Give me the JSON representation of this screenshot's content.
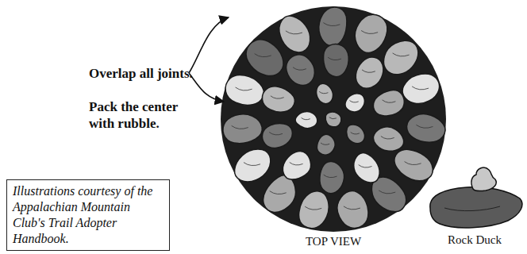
{
  "diagram": {
    "nodes": [
      {
        "text": [
          "Illustrations courtesy of the Appalachian Mountain Club's Trail Adopter Handbook."
        ]
      }
    ],
    "labels": [
      "Overlap all joints.",
      "Pack the center with rubble.",
      "TOP VIEW",
      "Rock Duck"
    ]
  }
}
